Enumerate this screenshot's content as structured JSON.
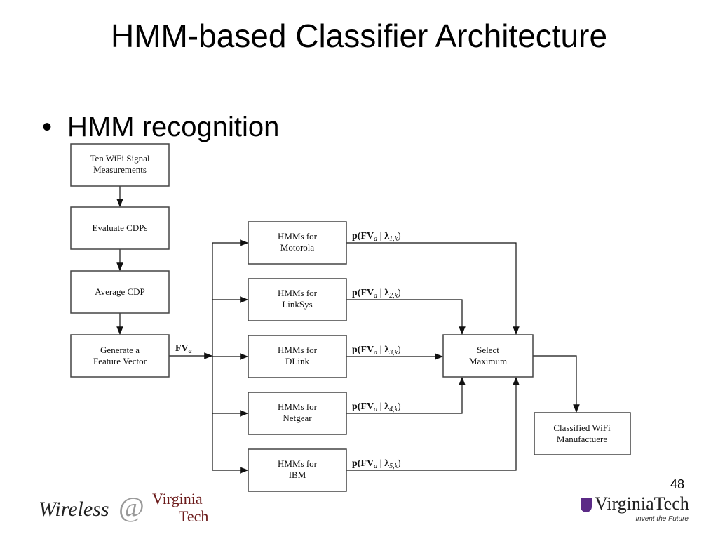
{
  "slide": {
    "title": "HMM-based Classifier Architecture",
    "bullet": "HMM recognition",
    "bullet_symbol": "•",
    "slide_number": "48"
  },
  "diagram": {
    "pipeline": [
      {
        "line1": "Ten WiFi Signal",
        "line2": "Measurements"
      },
      {
        "line1": "Evaluate CDPs",
        "line2": ""
      },
      {
        "line1": "Average CDP",
        "line2": ""
      },
      {
        "line1": "Generate a",
        "line2": "Feature Vector"
      }
    ],
    "feature_label": {
      "main": "FV",
      "sub": "a"
    },
    "hmms": [
      {
        "line1": "HMMs for",
        "line2": "Motorola",
        "prob": "p(FV",
        "sub": "a",
        "mid": " | λ",
        "index": "1,k",
        "close": ")"
      },
      {
        "line1": "HMMs for",
        "line2": "LinkSys",
        "prob": "p(FV",
        "sub": "a",
        "mid": " | λ",
        "index": "2,k",
        "close": ")"
      },
      {
        "line1": "HMMs for",
        "line2": "DLink",
        "prob": "p(FV",
        "sub": "a",
        "mid": " | λ",
        "index": "3,k",
        "close": ")"
      },
      {
        "line1": "HMMs for",
        "line2": "Netgear",
        "prob": "p(FV",
        "sub": "a",
        "mid": " | λ",
        "index": "4,k",
        "close": ")"
      },
      {
        "line1": "HMMs for",
        "line2": "IBM",
        "prob": "p(FV",
        "sub": "a",
        "mid": " | λ",
        "index": "5,k",
        "close": ")"
      }
    ],
    "select": {
      "line1": "Select",
      "line2": "Maximum"
    },
    "result": {
      "line1": "Classified WiFi",
      "line2": "Manufactuere"
    }
  },
  "footer": {
    "left_logo": {
      "word": "Wireless",
      "at": "@",
      "line1": "Virginia",
      "line2": "Tech"
    },
    "right_logo": {
      "name": "VirginiaTech",
      "tagline": "Invent the Future",
      "color": "#5b2a86"
    }
  }
}
